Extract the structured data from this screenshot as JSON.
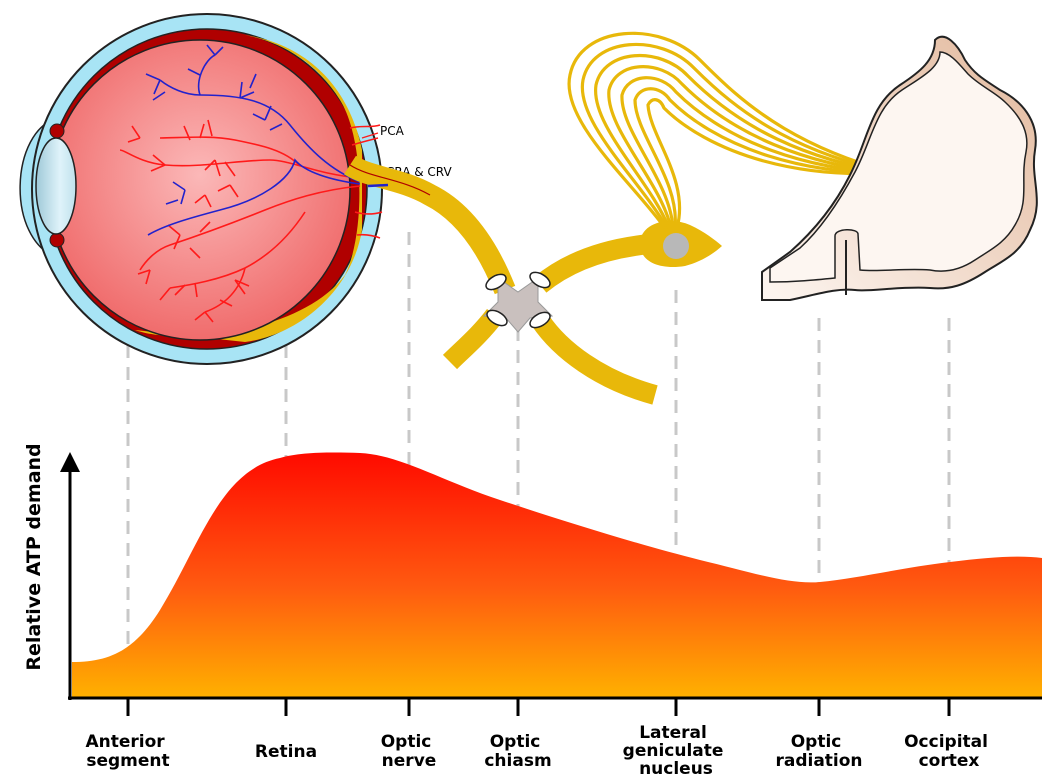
{
  "diagram": {
    "annotations": {
      "pca": "PCA",
      "cra_crv": "CRA & CRV"
    },
    "y_axis_label": "Relative ATP demand",
    "x_labels": [
      {
        "line1": "Anterior",
        "line2": "segment",
        "line3": ""
      },
      {
        "line1": "Retina",
        "line2": "",
        "line3": ""
      },
      {
        "line1": "Optic",
        "line2": "nerve",
        "line3": ""
      },
      {
        "line1": "Optic",
        "line2": "chiasm",
        "line3": ""
      },
      {
        "line1": "Lateral",
        "line2": "geniculate",
        "line3": "nucleus"
      },
      {
        "line1": "Optic",
        "line2": "radiation",
        "line3": ""
      },
      {
        "line1": "Occipital",
        "line2": "cortex",
        "line3": ""
      }
    ],
    "colors": {
      "sclera": "#a8e4f5",
      "choroid": "#b00000",
      "retina_fill": "#f47f7f",
      "optic_tract": "#e8b80a",
      "arteries": "#ff1a1a",
      "veins": "#2222cc",
      "cortex": "#e6c4a8",
      "curve_top": "#ff0a00",
      "curve_bottom": "#ffb000"
    }
  }
}
